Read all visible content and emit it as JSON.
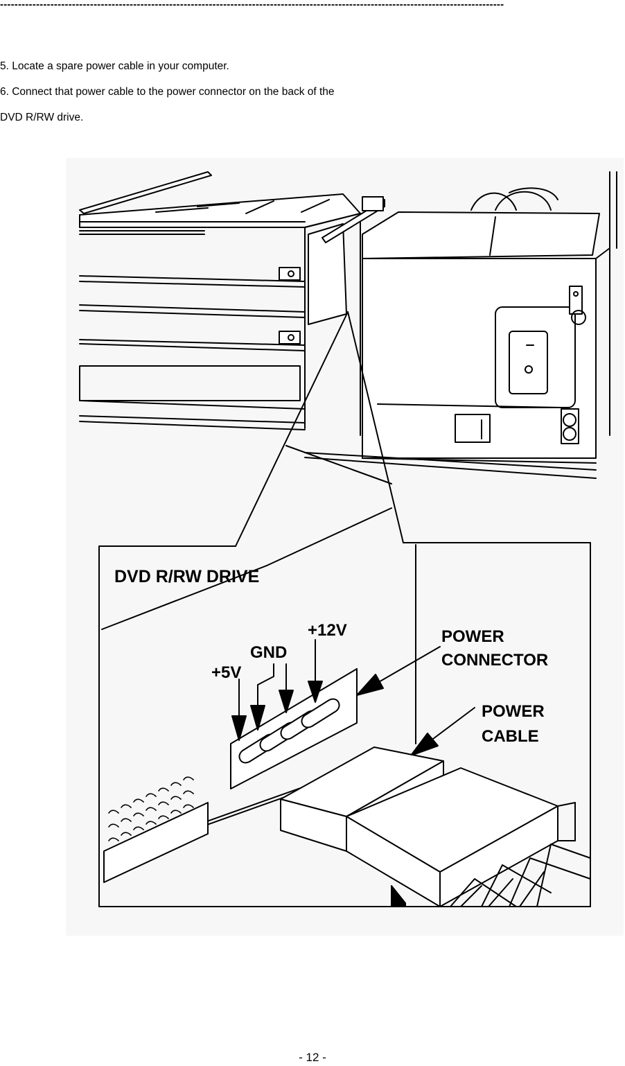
{
  "header": {
    "rule": "--------------------------------------------------------------------------------------------------------------------------------------------"
  },
  "steps": [
    "5. Locate a spare power cable in your computer.",
    "6. Connect that power cable to the power connector on the back of the",
    "DVD R/RW drive."
  ],
  "figure": {
    "labels": {
      "drive": "DVD R/RW DRIVE",
      "plus12v": "+12V",
      "gnd": "GND",
      "plus5v": "+5V",
      "connector_line1": "POWER",
      "connector_line2": "CONNECTOR",
      "cable_line1": "POWER",
      "cable_line2": "CABLE"
    }
  },
  "footer": {
    "page_number": "- 12 -"
  }
}
